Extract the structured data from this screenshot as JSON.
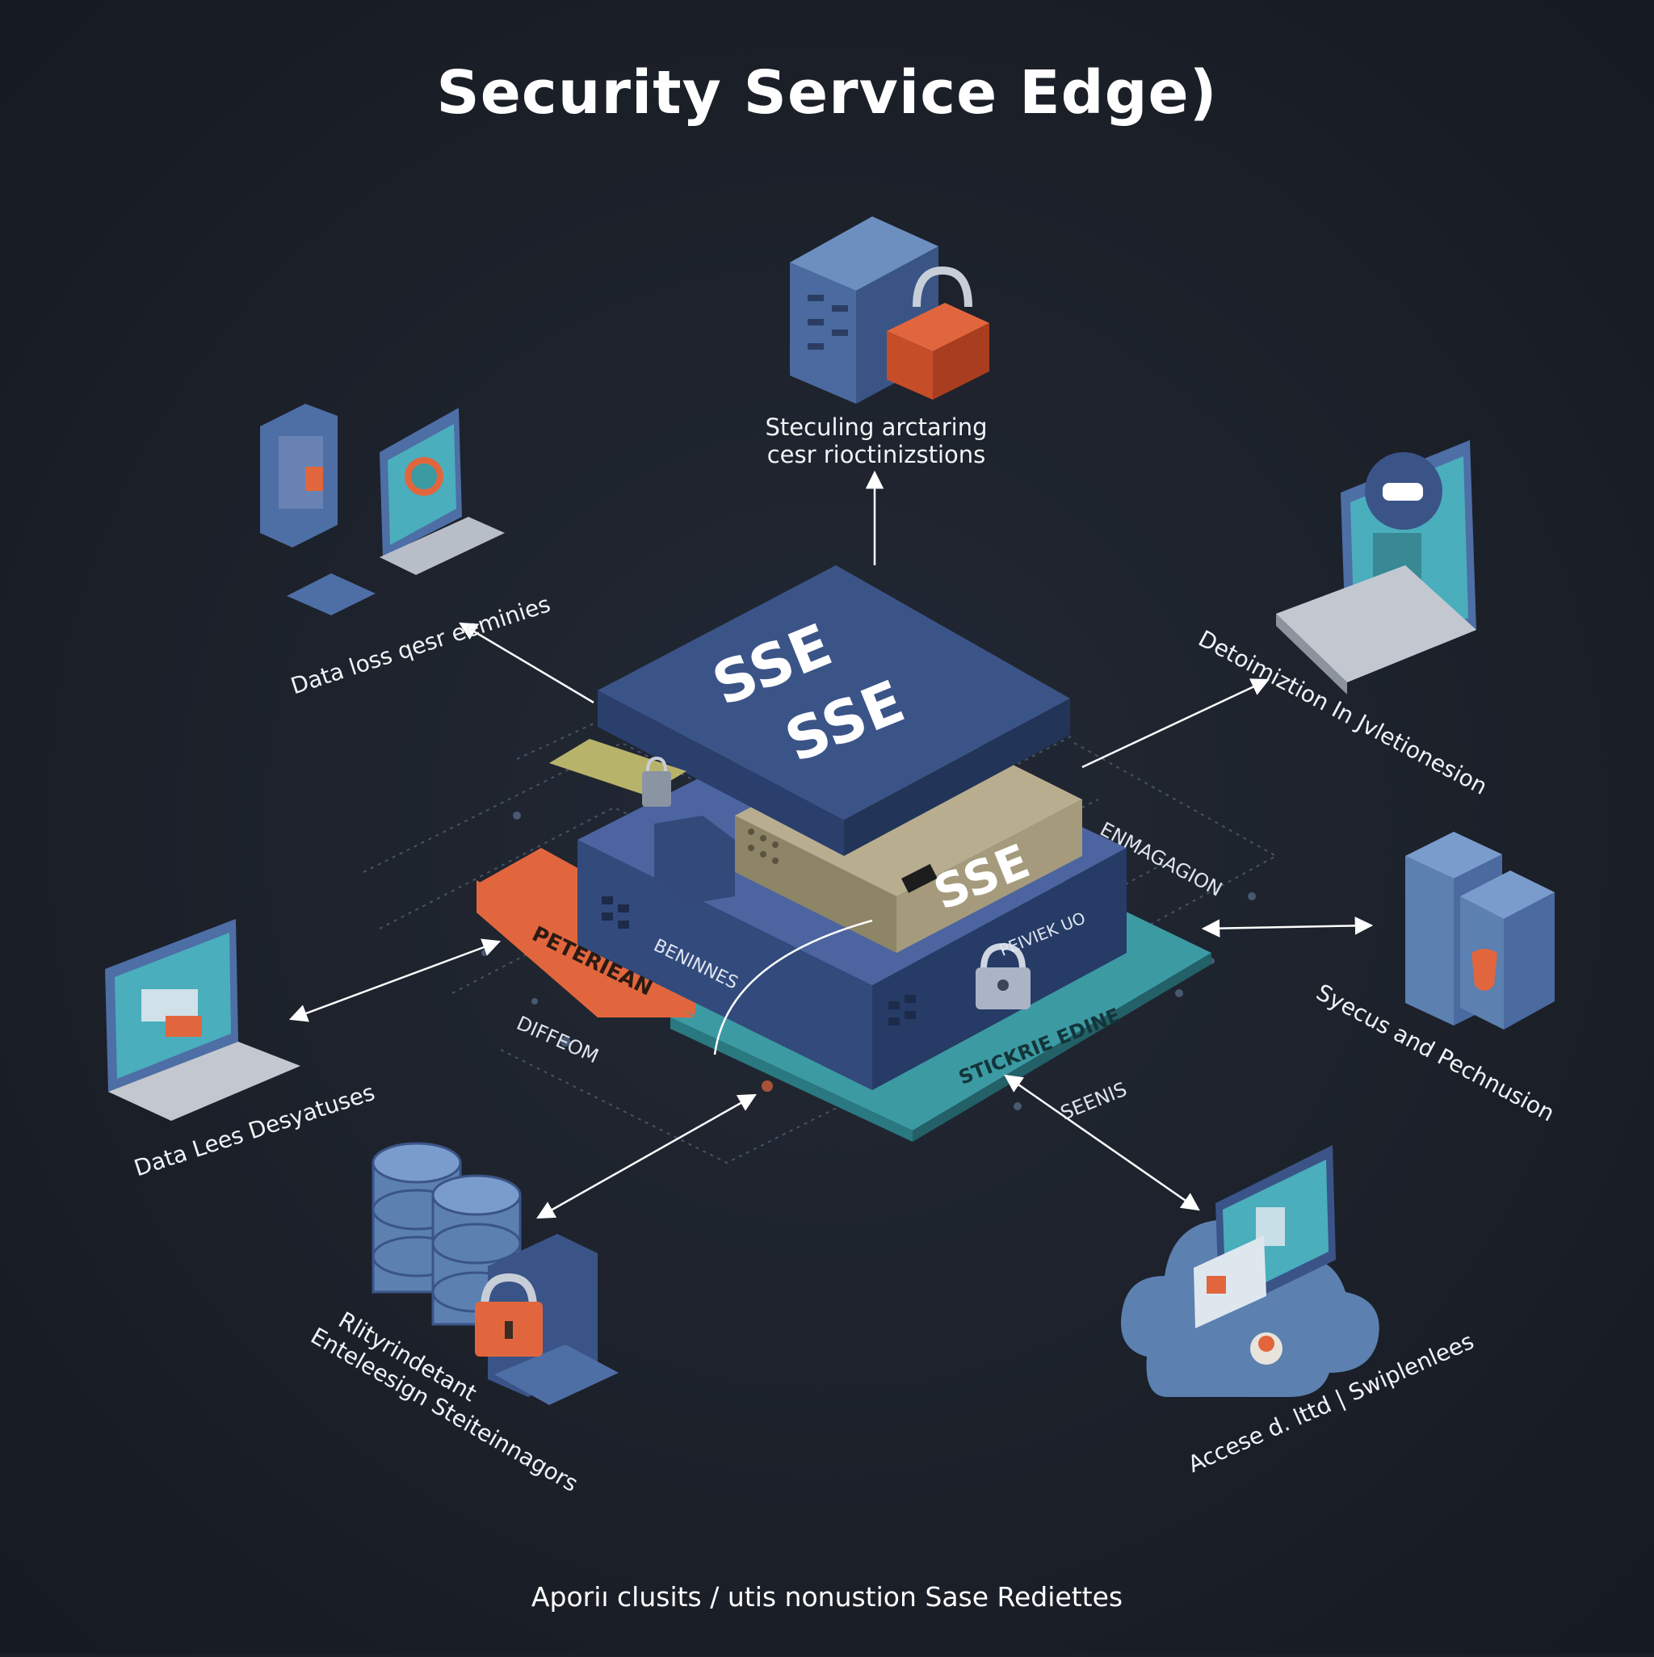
{
  "title": "Security Service Edge)",
  "footer": "Aporiı clusits / utis nonustion Sase Rediettes",
  "core": {
    "top_label_a": "SSE",
    "top_label_b": "SSE",
    "middle_label": "SSE",
    "segment_orange": "PETERIEAN",
    "segment_front": "BENINNES",
    "segment_right": "PEIVIEK UO",
    "segment_teal": "STICKRIE EDINE",
    "float_label_left": "DIFFEOM",
    "float_label_right": "ENMAGAGION",
    "float_label_bottom": "SEENIS"
  },
  "nodes": {
    "top": {
      "line1": "Steculing arctaring",
      "line2": "cesr rioctinizstions",
      "icon": "firewall-lock-icon"
    },
    "upper_left": {
      "label": "Data loss qesr eeminies",
      "icon": "devices-icon"
    },
    "upper_right": {
      "label": "Detoimiztion In Jvletionesion",
      "icon": "laptop-chat-icon"
    },
    "left": {
      "label": "Data Lees Desyatuses",
      "icon": "laptop-icon"
    },
    "right": {
      "label": "Syecus and Pechnusion",
      "icon": "server-shield-icon"
    },
    "lower_left": {
      "line1": "Rlityrindetant",
      "line2": "Enteleesign Steiteinnagors",
      "icon": "database-lock-icon"
    },
    "lower_right": {
      "label": "Accese d. lttd | Swiplenlees",
      "icon": "cloud-devices-icon"
    }
  },
  "colors": {
    "background": "#1b1f27",
    "navy": "#3b5488",
    "steel": "#5c80b0",
    "orange": "#e2663d",
    "teal": "#3c9aa3",
    "tan": "#a59b7c",
    "screen": "#4aaebc"
  }
}
